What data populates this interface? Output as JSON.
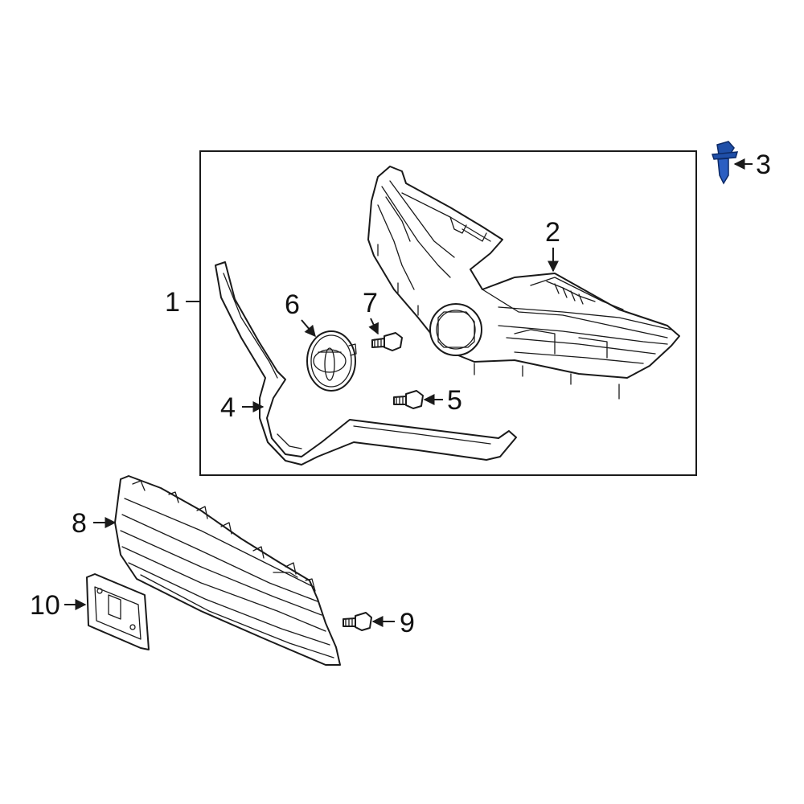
{
  "callouts": {
    "c1": "1",
    "c2": "2",
    "c3": "3",
    "c4": "4",
    "c5": "5",
    "c6": "6",
    "c7": "7",
    "c8": "8",
    "c9": "9",
    "c10": "10"
  },
  "colors": {
    "line": "#1a1a1a",
    "highlight_part": "#1f4fa8",
    "background": "#ffffff"
  }
}
